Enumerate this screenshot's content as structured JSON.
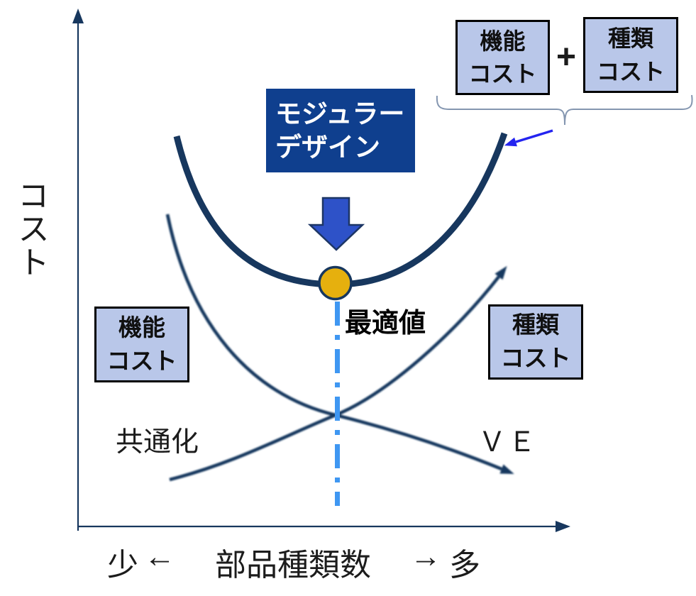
{
  "colors": {
    "navy": "#17375e",
    "ink": "#1c1c1c",
    "boxfill": "#b9c7e9",
    "modfill": "#0f3f8e",
    "arrowfill": "#2e52c8",
    "arrowedge": "#1d3665",
    "dotfill": "#e6b00e",
    "dash": "#3f97f2",
    "pointer": "#2424f0",
    "brace": "#8496b0"
  },
  "y_axis": {
    "label": "コスト"
  },
  "x_axis": {
    "few": "少",
    "left_arrow": "←",
    "center": "部品種類数",
    "right_arrow": "→",
    "many": "多"
  },
  "formula": {
    "term1": "機能\nコスト",
    "plus": "+",
    "term2": "種類\nコスト"
  },
  "modular": {
    "label": "モジュラー\nデザイン"
  },
  "optimal": {
    "label": "最適値"
  },
  "boxes": {
    "function_cost": "機能\nコスト",
    "type_cost": "種類\nコスト"
  },
  "directions": {
    "commonization": "共通化",
    "ve": "ＶＥ"
  },
  "figure": {
    "type": "conceptual-cost-curves",
    "curves": [
      {
        "name": "機能コスト＋種類コスト（総コスト）",
        "shape": "U字（下に凸）",
        "annotation": "最適値（最小点、黄色い点）"
      },
      {
        "name": "機能コスト",
        "trend": "右下がり",
        "direction_label": "ＶＥ方向へ減少"
      },
      {
        "name": "種類コスト",
        "trend": "右上がり",
        "direction_label": "共通化方向で減少"
      }
    ],
    "x_meaning": "部品種類数（少 ← → 多）",
    "y_meaning": "コスト"
  }
}
